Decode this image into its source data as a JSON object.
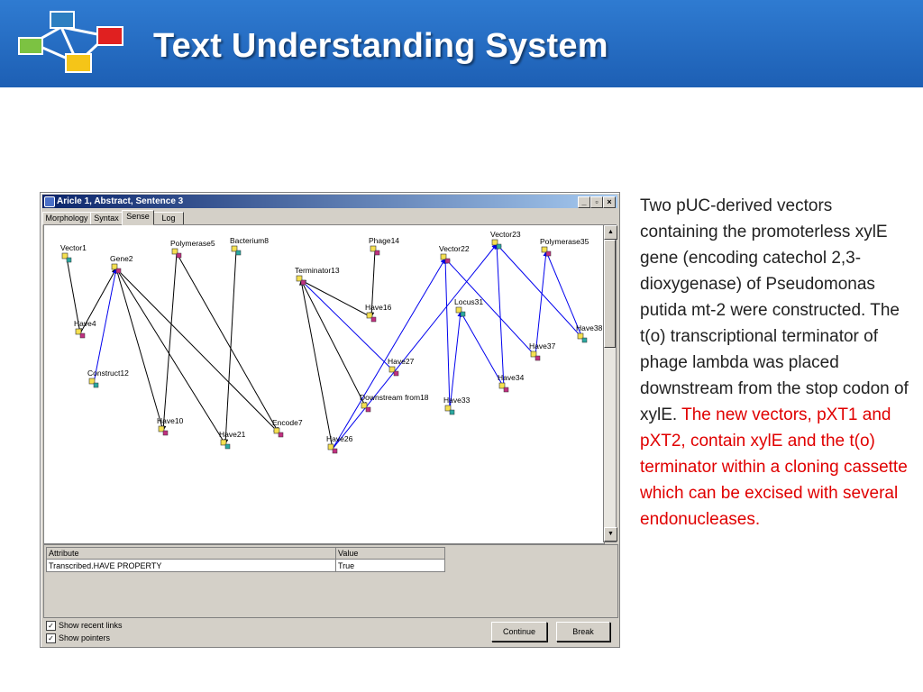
{
  "slide": {
    "title": "Text Understanding System",
    "logo_colors": [
      "#2d7fc1",
      "#e02020",
      "#7cc242",
      "#f5c518"
    ]
  },
  "window": {
    "title": "Aricle 1, Abstract, Sentence 3",
    "controls": [
      "_",
      "▫",
      "×"
    ],
    "tabs": [
      "Morphology",
      "Syntax",
      "Sense",
      "Log"
    ],
    "active_tab": "Sense"
  },
  "graph": {
    "nodes": [
      {
        "label": "Vector1"
      },
      {
        "label": "Gene2"
      },
      {
        "label": "Polymerase5"
      },
      {
        "label": "Bacterium8"
      },
      {
        "label": "Phage14"
      },
      {
        "label": "Vector22"
      },
      {
        "label": "Vector23"
      },
      {
        "label": "Polymerase35"
      },
      {
        "label": "Terminator13"
      },
      {
        "label": "Locus31"
      },
      {
        "label": "Have4"
      },
      {
        "label": "Have16"
      },
      {
        "label": "Have38"
      },
      {
        "label": "Have37"
      },
      {
        "label": "Have27"
      },
      {
        "label": "Construct12"
      },
      {
        "label": "Have34"
      },
      {
        "label": "Downstream from18"
      },
      {
        "label": "Have33"
      },
      {
        "label": "Have10"
      },
      {
        "label": "Encode7"
      },
      {
        "label": "Have21"
      },
      {
        "label": "Have26"
      }
    ],
    "edge_colors": {
      "black": "#000000",
      "blue": "#0000ee"
    }
  },
  "attributes": {
    "headers": [
      "Attribute",
      "Value"
    ],
    "rows": [
      [
        "Transcribed.HAVE PROPERTY",
        "True"
      ]
    ]
  },
  "options": {
    "show_recent_links": "Show recent links",
    "show_pointers": "Show pointers",
    "show_recent_links_checked": true,
    "show_pointers_checked": true
  },
  "buttons": {
    "continue": "Continue",
    "break": "Break"
  },
  "description": {
    "plain": "Two pUC-derived vectors containing the promoterless xylE gene (encoding catechol 2,3-dioxygenase) of Pseudomonas putida mt-2 were constructed. The t(o) transcriptional terminator of phage lambda was placed downstream from the stop codon of xylE.",
    "highlight": "The new vectors, pXT1 and pXT2, contain xylE and the t(o) terminator within a cloning cassette which can be excised with several endonucleases."
  }
}
